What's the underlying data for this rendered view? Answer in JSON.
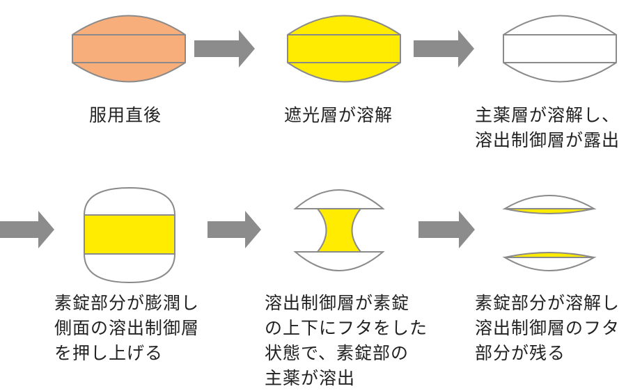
{
  "colors": {
    "orange_fill": "#F8AE7A",
    "yellow_fill": "#FFEC00",
    "outline": "#8A8A8A",
    "arrow": "#8C8C8C",
    "text": "#222222",
    "background": "#FFFFFF"
  },
  "steps": [
    {
      "lines": [
        "服用直後"
      ]
    },
    {
      "lines": [
        "遮光層が溶解"
      ]
    },
    {
      "lines": [
        "主薬層が溶解し、",
        "溶出制御層が露出"
      ]
    },
    {
      "lines": [
        "素錠部分が膨潤し",
        "側面の溶出制御層",
        "を押し上げる"
      ]
    },
    {
      "lines": [
        "溶出制御層が素錠",
        "の上下にフタをした",
        "状態で、素錠部の",
        "主薬が溶出"
      ]
    },
    {
      "lines": [
        "素錠部分が溶解し",
        "溶出制御層のフタ",
        "部分が残る"
      ]
    }
  ]
}
